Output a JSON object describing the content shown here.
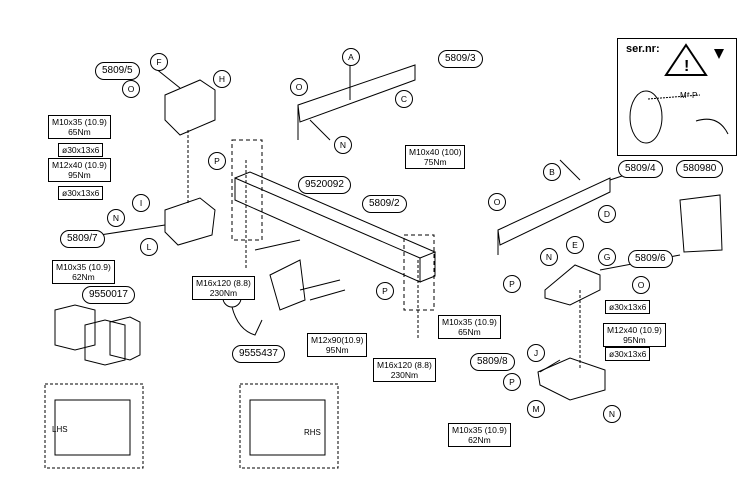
{
  "parts": {
    "p5809_5": "5809/5",
    "p5809_3": "5809/3",
    "p5809_2": "5809/2",
    "p5809_4": "5809/4",
    "p5809_6": "5809/6",
    "p5809_7": "5809/7",
    "p5809_8": "5809/8",
    "p9520092": "9520092",
    "p580980": "580980",
    "p9550017": "9550017",
    "p9555437": "9555437"
  },
  "torque": {
    "t1": "M10x35 (10.9)\n65Nm",
    "t2": "ø30x13x6",
    "t3": "M12x40 (10.9)\n95Nm",
    "t4": "ø30x13x6",
    "t5": "M10x35 (10.9)\n62Nm",
    "t6": "M10x40 (100)\n75Nm",
    "t7": "M16x120 (8.8)\n230Nm",
    "t8": "M12x90(10.9)\n95Nm",
    "t9": "M16x120 (8.8)\n230Nm",
    "t10": "M10x35 (10.9)\n65Nm",
    "t11": "ø30x13x6",
    "t12": "M12x40 (10.9)\n95Nm",
    "t13": "ø30x13x6",
    "t14": "M10x35 (10.9)\n62Nm"
  },
  "letters": {
    "A": "A",
    "B": "B",
    "C": "C",
    "D": "D",
    "E": "E",
    "F": "F",
    "G": "G",
    "H": "H",
    "I": "I",
    "J": "J",
    "L": "L",
    "M": "M",
    "N": "N",
    "O": "O",
    "P": "P"
  },
  "warning": {
    "title": "ser.nr:",
    "marker": "M* P"
  },
  "side_labels": {
    "lhs": "LHS",
    "rhs": "RHS"
  }
}
